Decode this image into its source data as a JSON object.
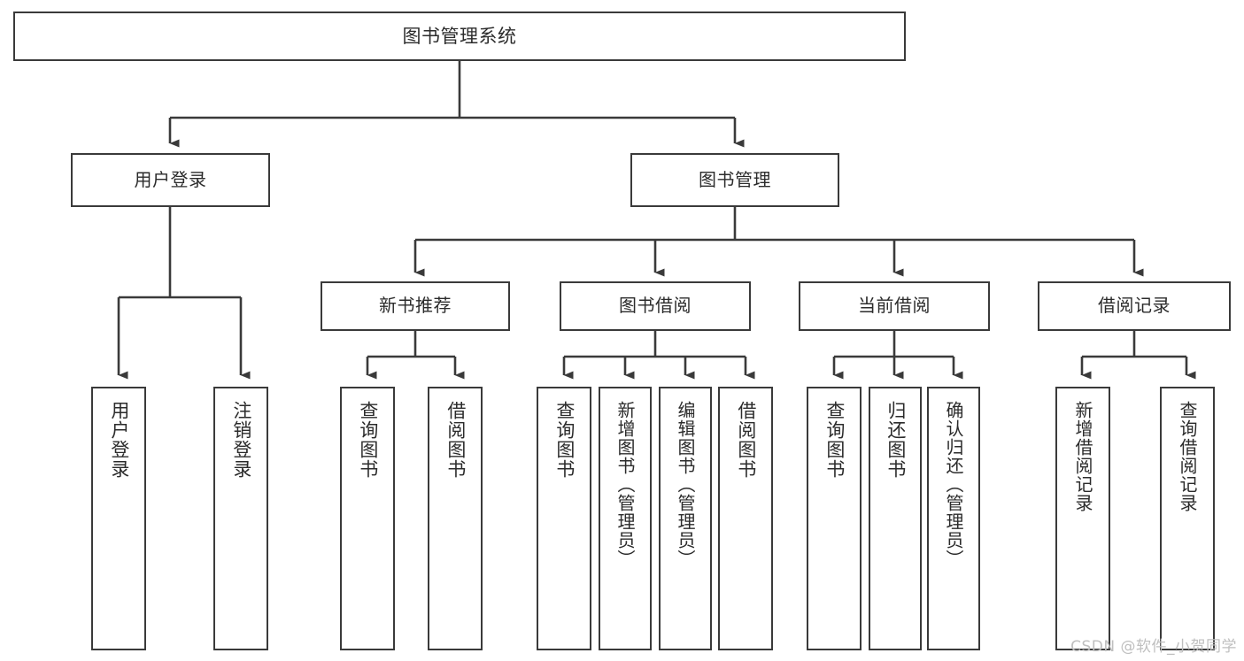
{
  "diagram": {
    "title": "图书管理系统",
    "type": "tree-hierarchy",
    "stroke_color": "#3a3a3a",
    "text_color": "#2b2b2b",
    "background_color": "#ffffff",
    "watermark": "CSDN @软件_小贺同学"
  },
  "nodes": {
    "root": {
      "label": "图书管理系统"
    },
    "level2": [
      {
        "label": "用户登录"
      },
      {
        "label": "图书管理"
      }
    ],
    "level3": [
      {
        "label": "新书推荐"
      },
      {
        "label": "图书借阅"
      },
      {
        "label": "当前借阅"
      },
      {
        "label": "借阅记录"
      }
    ],
    "leaves": {
      "user_login": [
        {
          "label": "用户登录"
        },
        {
          "label": "注销登录"
        }
      ],
      "new_book_recommend": [
        {
          "label": "查询图书"
        },
        {
          "label": "借阅图书"
        }
      ],
      "book_borrow": [
        {
          "label": "查询图书"
        },
        {
          "label": "新增图书（管理员）"
        },
        {
          "label": "编辑图书（管理员）"
        },
        {
          "label": "借阅图书"
        }
      ],
      "current_borrow": [
        {
          "label": "查询图书"
        },
        {
          "label": "归还图书"
        },
        {
          "label": "确认归还（管理员）"
        }
      ],
      "borrow_record": [
        {
          "label": "新增借阅记录"
        },
        {
          "label": "查询借阅记录"
        }
      ]
    }
  }
}
